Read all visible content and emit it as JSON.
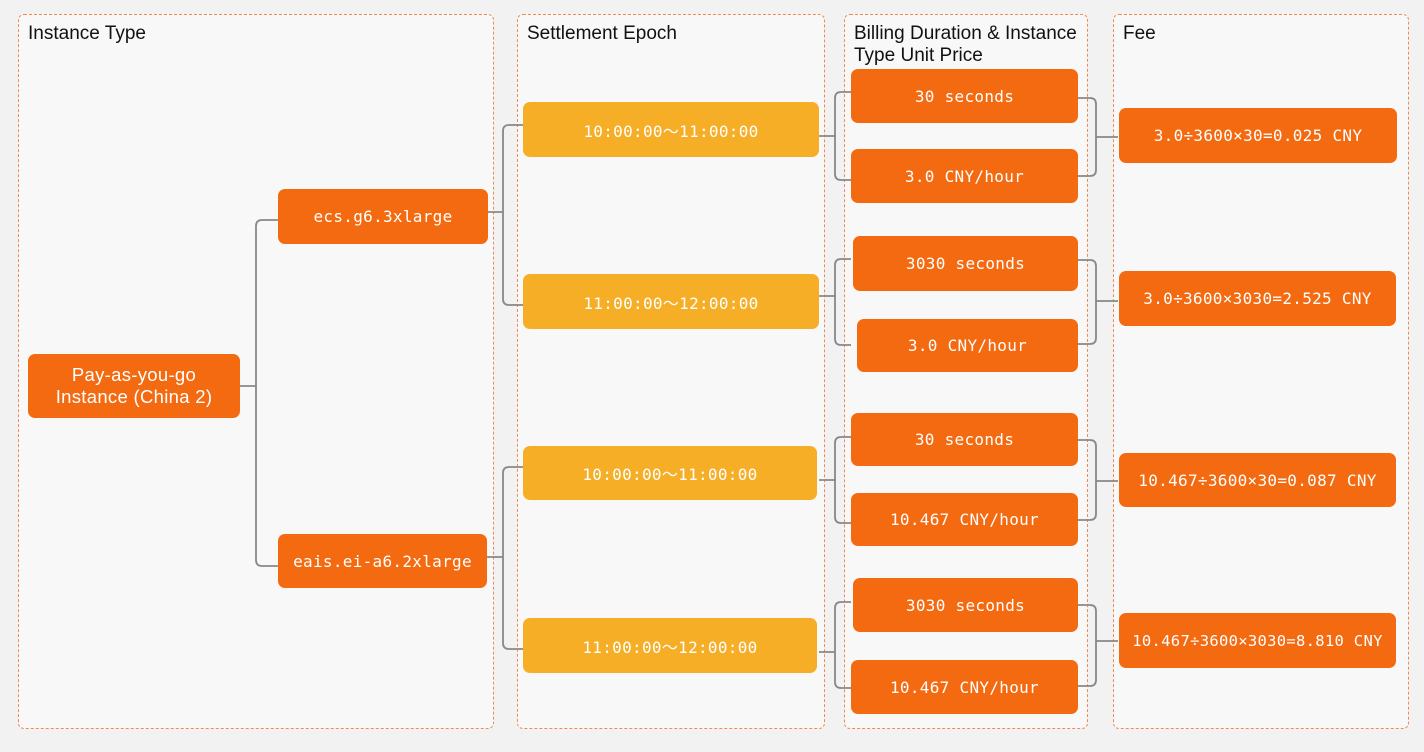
{
  "columns": {
    "instance_type": "Instance Type",
    "settlement_epoch": "Settlement Epoch",
    "billing": "Billing Duration & Instance Type Unit Price",
    "fee": "Fee"
  },
  "root": "Pay-as-you-go Instance (China 2)",
  "instances": [
    {
      "name": "ecs.g6.3xlarge",
      "epochs": [
        {
          "epoch": "10:00:00～11:00:00",
          "duration": "30 seconds",
          "price": "3.0 CNY/hour",
          "fee": "3.0÷3600×30=0.025 CNY"
        },
        {
          "epoch": "11:00:00～12:00:00",
          "duration": "3030 seconds",
          "price": "3.0 CNY/hour",
          "fee": "3.0÷3600×3030=2.525 CNY"
        }
      ]
    },
    {
      "name": "eais.ei-a6.2xlarge",
      "epochs": [
        {
          "epoch": "10:00:00～11:00:00",
          "duration": "30 seconds",
          "price": "10.467 CNY/hour",
          "fee": "10.467÷3600×30=0.087 CNY"
        },
        {
          "epoch": "11:00:00～12:00:00",
          "duration": "3030 seconds",
          "price": "10.467 CNY/hour",
          "fee": "10.467÷3600×3030=8.810 CNY"
        }
      ]
    }
  ],
  "colors": {
    "primary_orange": "#f36a10",
    "epoch_yellow": "#f6ae27",
    "border_dash": "#f08a55",
    "connector": "#888888"
  }
}
